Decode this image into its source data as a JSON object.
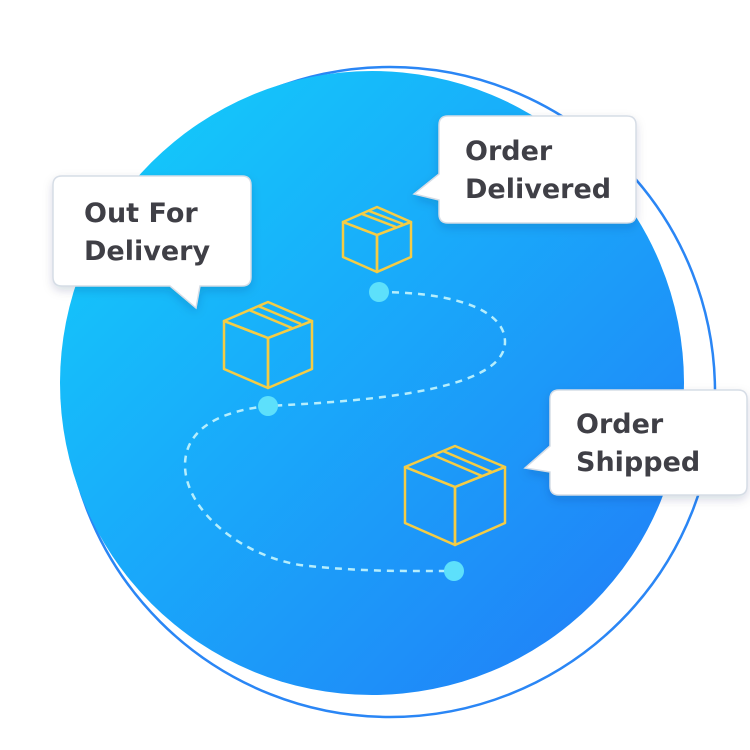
{
  "colors": {
    "circle_start": "#12d1fb",
    "circle_end": "#2279f8",
    "ring": "#2a86f5",
    "path": "#b6eefc",
    "node": "#5de0fb",
    "box": "#f4cc45",
    "bubble_fill": "#ffffff",
    "bubble_border": "#d6dde6",
    "text": "#3f3f46"
  },
  "steps": [
    {
      "line1": "Out For",
      "line2": "Delivery",
      "icon": "package-icon"
    },
    {
      "line1": "Order",
      "line2": "Delivered",
      "icon": "package-icon"
    },
    {
      "line1": "Order",
      "line2": "Shipped",
      "icon": "package-icon"
    }
  ]
}
